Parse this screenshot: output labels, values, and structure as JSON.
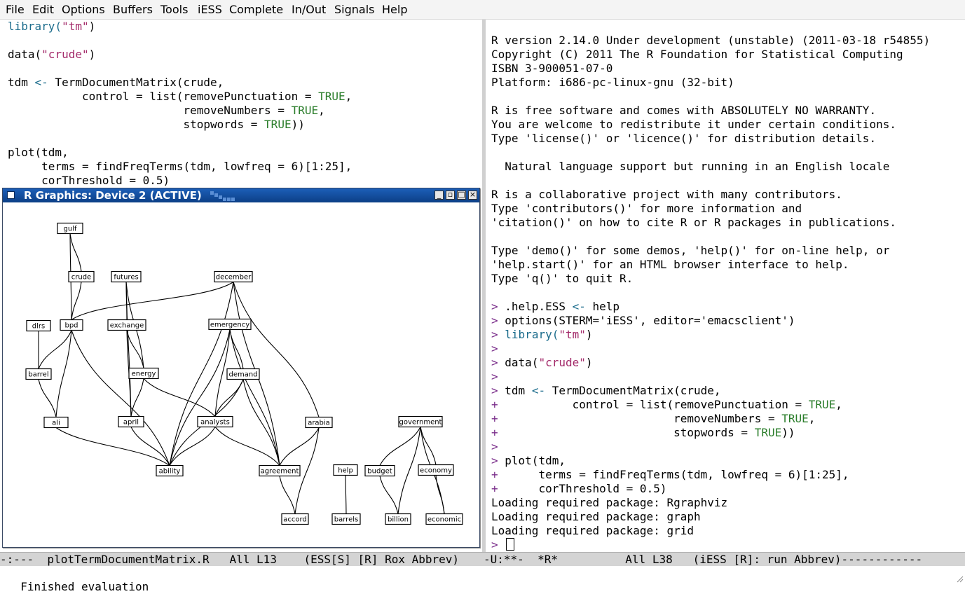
{
  "menubar": {
    "items": [
      "File",
      "Edit",
      "Options",
      "Buffers",
      "Tools",
      "iESS",
      "Complete",
      "In/Out",
      "Signals",
      "Help"
    ]
  },
  "left_buffer": {
    "lines": [
      [
        [
          "library(",
          ""
        ],
        [
          "\"tm\"",
          "str"
        ],
        [
          ")",
          ""
        ]
      ],
      [],
      [
        [
          "data(",
          ""
        ],
        [
          "\"crude\"",
          "str"
        ],
        [
          ")",
          ""
        ]
      ],
      [],
      [
        [
          "tdm ",
          ""
        ],
        [
          "<-",
          "kw"
        ],
        [
          " TermDocumentMatrix(crude,",
          ""
        ]
      ],
      [
        [
          "           control = list(removePunctuation = ",
          ""
        ],
        [
          "TRUE",
          "const"
        ],
        [
          ",",
          ""
        ]
      ],
      [
        [
          "                          removeNumbers = ",
          ""
        ],
        [
          "TRUE",
          "const"
        ],
        [
          ",",
          ""
        ]
      ],
      [
        [
          "                          stopwords = ",
          ""
        ],
        [
          "TRUE",
          "const"
        ],
        [
          "))",
          ""
        ]
      ],
      [],
      [
        [
          "plot(tdm,",
          ""
        ]
      ],
      [
        [
          "     terms = findFreqTerms(tdm, lowfreq = 6)[1:25],",
          ""
        ]
      ],
      [
        [
          "     corThreshold = 0.5)",
          ""
        ]
      ]
    ],
    "first_token_color": "#1b6c8c"
  },
  "right_buffer": {
    "lines": [
      [],
      [
        [
          "R version 2.14.0 Under development (unstable) (2011-03-18 r54855)",
          ""
        ]
      ],
      [
        [
          "Copyright (C) 2011 The R Foundation for Statistical Computing",
          ""
        ]
      ],
      [
        [
          "ISBN 3-900051-07-0",
          ""
        ]
      ],
      [
        [
          "Platform: i686-pc-linux-gnu (32-bit)",
          ""
        ]
      ],
      [],
      [
        [
          "R is free software and comes with ABSOLUTELY NO WARRANTY.",
          ""
        ]
      ],
      [
        [
          "You are welcome to redistribute it under certain conditions.",
          ""
        ]
      ],
      [
        [
          "Type 'license()' or 'licence()' for distribution details.",
          ""
        ]
      ],
      [],
      [
        [
          "  Natural language support but running in an English locale",
          ""
        ]
      ],
      [],
      [
        [
          "R is a collaborative project with many contributors.",
          ""
        ]
      ],
      [
        [
          "Type 'contributors()' for more information and",
          ""
        ]
      ],
      [
        [
          "'citation()' on how to cite R or R packages in publications.",
          ""
        ]
      ],
      [],
      [
        [
          "Type 'demo()' for some demos, 'help()' for on-line help, or",
          ""
        ]
      ],
      [
        [
          "'help.start()' for an HTML browser interface to help.",
          ""
        ]
      ],
      [
        [
          "Type 'q()' to quit R.",
          ""
        ]
      ],
      [],
      [
        [
          ">",
          "prompt"
        ],
        [
          " .help.ESS ",
          ""
        ],
        [
          "<-",
          "kw"
        ],
        [
          " help",
          ""
        ]
      ],
      [
        [
          ">",
          "prompt"
        ],
        [
          " options(STERM='iESS', editor='emacsclient')",
          ""
        ]
      ],
      [
        [
          ">",
          "prompt"
        ],
        [
          " ",
          ""
        ],
        [
          "library(",
          "kw"
        ],
        [
          "\"tm\"",
          "str"
        ],
        [
          ")",
          ""
        ]
      ],
      [
        [
          ">",
          "prompt"
        ]
      ],
      [
        [
          ">",
          "prompt"
        ],
        [
          " data(",
          ""
        ],
        [
          "\"crude\"",
          "str"
        ],
        [
          ")",
          ""
        ]
      ],
      [
        [
          ">",
          "prompt"
        ]
      ],
      [
        [
          ">",
          "prompt"
        ],
        [
          " tdm ",
          ""
        ],
        [
          "<-",
          "kw"
        ],
        [
          " TermDocumentMatrix(crude,",
          ""
        ]
      ],
      [
        [
          "+",
          "prompt"
        ],
        [
          "           control = list(removePunctuation = ",
          ""
        ],
        [
          "TRUE",
          "const"
        ],
        [
          ",",
          ""
        ]
      ],
      [
        [
          "+",
          "prompt"
        ],
        [
          "                          removeNumbers = ",
          ""
        ],
        [
          "TRUE",
          "const"
        ],
        [
          ",",
          ""
        ]
      ],
      [
        [
          "+",
          "prompt"
        ],
        [
          "                          stopwords = ",
          ""
        ],
        [
          "TRUE",
          "const"
        ],
        [
          "))",
          ""
        ]
      ],
      [
        [
          ">",
          "prompt"
        ]
      ],
      [
        [
          ">",
          "prompt"
        ],
        [
          " plot(tdm,",
          ""
        ]
      ],
      [
        [
          "+",
          "prompt"
        ],
        [
          "      terms = findFreqTerms(tdm, lowfreq = 6)[1:25],",
          ""
        ]
      ],
      [
        [
          "+",
          "prompt"
        ],
        [
          "      corThreshold = 0.5)",
          ""
        ]
      ],
      [
        [
          "Loading required package: Rgraphviz",
          ""
        ]
      ],
      [
        [
          "Loading required package: graph",
          ""
        ]
      ],
      [
        [
          "Loading required package: grid",
          ""
        ]
      ],
      [
        [
          ">",
          "prompt"
        ],
        [
          " ",
          ""
        ]
      ]
    ],
    "cursor_line": 37
  },
  "modeline_left": "-:---  plotTermDocumentMatrix.R   All L13    (ESS[S] [R] Rox Abbrev)",
  "modeline_right": "-U:**-  *R*          All L38   (iESS [R]: run Abbrev)------------",
  "minibuffer": "Finished evaluation",
  "graphics_window": {
    "title": "R Graphics: Device 2 (ACTIVE)",
    "buttons": [
      "_",
      "▫",
      "□",
      "×"
    ]
  },
  "graph": {
    "nodes": [
      {
        "id": "gulf",
        "label": "gulf"
      },
      {
        "id": "crude",
        "label": "crude"
      },
      {
        "id": "futures",
        "label": "futures"
      },
      {
        "id": "december",
        "label": "december"
      },
      {
        "id": "dlrs",
        "label": "dlrs"
      },
      {
        "id": "bpd",
        "label": "bpd"
      },
      {
        "id": "exchange",
        "label": "exchange"
      },
      {
        "id": "emergency",
        "label": "emergency"
      },
      {
        "id": "barrel",
        "label": "barrel"
      },
      {
        "id": "energy",
        "label": "energy"
      },
      {
        "id": "demand",
        "label": "demand"
      },
      {
        "id": "ali",
        "label": "ali"
      },
      {
        "id": "april",
        "label": "april"
      },
      {
        "id": "analysts",
        "label": "analysts"
      },
      {
        "id": "arabia",
        "label": "arabia"
      },
      {
        "id": "government",
        "label": "government"
      },
      {
        "id": "ability",
        "label": "ability"
      },
      {
        "id": "agreement",
        "label": "agreement"
      },
      {
        "id": "help",
        "label": "help"
      },
      {
        "id": "budget",
        "label": "budget"
      },
      {
        "id": "economy",
        "label": "economy"
      },
      {
        "id": "accord",
        "label": "accord"
      },
      {
        "id": "barrels",
        "label": "barrels"
      },
      {
        "id": "billion",
        "label": "billion"
      },
      {
        "id": "economic",
        "label": "economic"
      }
    ],
    "edges": [
      [
        "gulf",
        "crude"
      ],
      [
        "gulf",
        "bpd"
      ],
      [
        "crude",
        "bpd"
      ],
      [
        "december",
        "bpd"
      ],
      [
        "dlrs",
        "barrel"
      ],
      [
        "bpd",
        "barrel"
      ],
      [
        "bpd",
        "ali"
      ],
      [
        "bpd",
        "ability"
      ],
      [
        "barrel",
        "ali"
      ],
      [
        "futures",
        "exchange"
      ],
      [
        "futures",
        "april"
      ],
      [
        "futures",
        "energy"
      ],
      [
        "exchange",
        "energy"
      ],
      [
        "exchange",
        "april"
      ],
      [
        "energy",
        "april"
      ],
      [
        "energy",
        "analysts"
      ],
      [
        "december",
        "ability"
      ],
      [
        "december",
        "agreement"
      ],
      [
        "december",
        "arabia"
      ],
      [
        "emergency",
        "demand"
      ],
      [
        "emergency",
        "analysts"
      ],
      [
        "emergency",
        "agreement"
      ],
      [
        "emergency",
        "ability"
      ],
      [
        "demand",
        "analysts"
      ],
      [
        "demand",
        "agreement"
      ],
      [
        "demand",
        "ability"
      ],
      [
        "ali",
        "ability"
      ],
      [
        "april",
        "ability"
      ],
      [
        "analysts",
        "ability"
      ],
      [
        "analysts",
        "agreement"
      ],
      [
        "arabia",
        "agreement"
      ],
      [
        "arabia",
        "accord"
      ],
      [
        "agreement",
        "accord"
      ],
      [
        "help",
        "barrels"
      ],
      [
        "government",
        "budget"
      ],
      [
        "government",
        "billion"
      ],
      [
        "government",
        "economy"
      ],
      [
        "government",
        "economic"
      ],
      [
        "budget",
        "billion"
      ],
      [
        "economy",
        "economic"
      ]
    ]
  }
}
